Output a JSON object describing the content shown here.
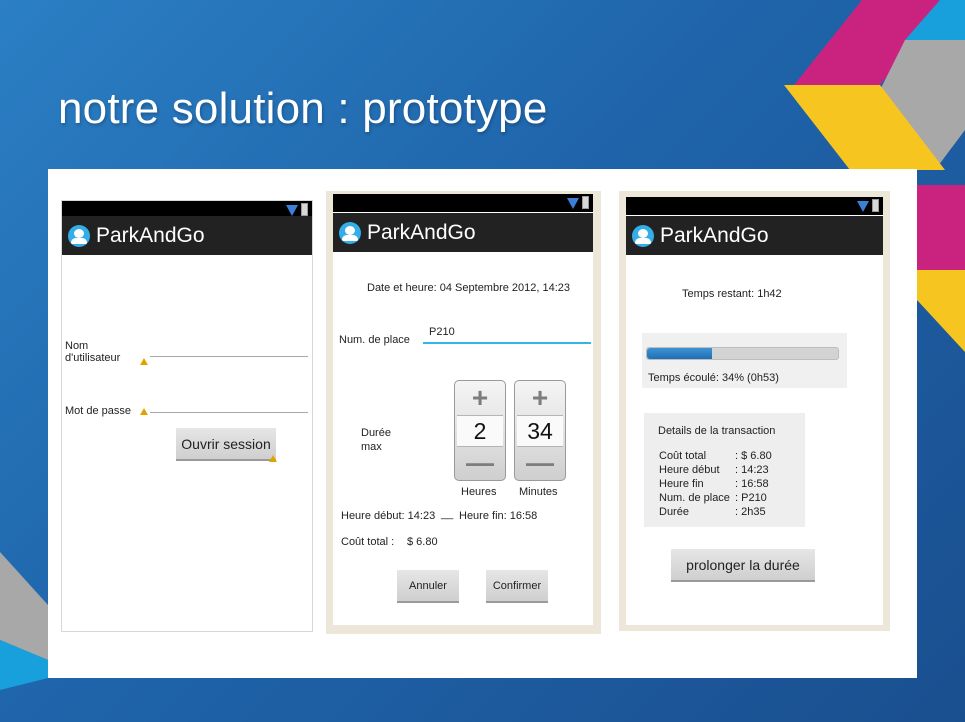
{
  "slide": {
    "title": "notre solution : prototype"
  },
  "app": {
    "name": "ParkAndGo"
  },
  "login_screen": {
    "username_label_line1": "Nom",
    "username_label_line2": "d'utilisateur",
    "password_label": "Mot de passe",
    "username_value": "",
    "password_value": "",
    "open_session_button": "Ouvrir session"
  },
  "booking_screen": {
    "datetime_text": "Date et heure: 04 Septembre 2012, 14:23",
    "place_label": "Num. de place",
    "place_value": "P210",
    "duration_label_line1": "Durée",
    "duration_label_line2": "max",
    "hours_picker": {
      "plus": "+",
      "value": "2",
      "minus": "—",
      "label": "Heures"
    },
    "minutes_picker": {
      "plus": "+",
      "value": "34",
      "minus": "—",
      "label": "Minutes"
    },
    "start_text": "Heure début: 14:23",
    "separator": "__",
    "end_text": "Heure fin: 16:58",
    "cost_label": "Coût total :",
    "cost_value": "$ 6.80",
    "cancel_button": "Annuler",
    "confirm_button": "Confirmer"
  },
  "status_screen": {
    "remaining_text": "Temps restant: 1h42",
    "elapsed_text": "Temps écoulé: 34% (0h53)",
    "progress_percent": 34,
    "details_title": "Details de la transaction",
    "details": [
      {
        "label": "Coût total",
        "value": ": $ 6.80"
      },
      {
        "label": "Heure début",
        "value": ": 14:23"
      },
      {
        "label": "Heure fin",
        "value": ": 16:58"
      },
      {
        "label": "Num. de place",
        "value": ": P210"
      },
      {
        "label": "Durée",
        "value": ": 2h35"
      }
    ],
    "extend_button": "prolonger la durée"
  },
  "colors": {
    "background_blue": "#1f64aa",
    "accent_magenta": "#c9237f",
    "accent_yellow": "#f7c520",
    "accent_cyan": "#17a0dc",
    "accent_grey": "#a8a8a8",
    "holo_blue": "#33b5e5",
    "action_bar": "#222222",
    "progress_blue": "#2a7fc4"
  }
}
